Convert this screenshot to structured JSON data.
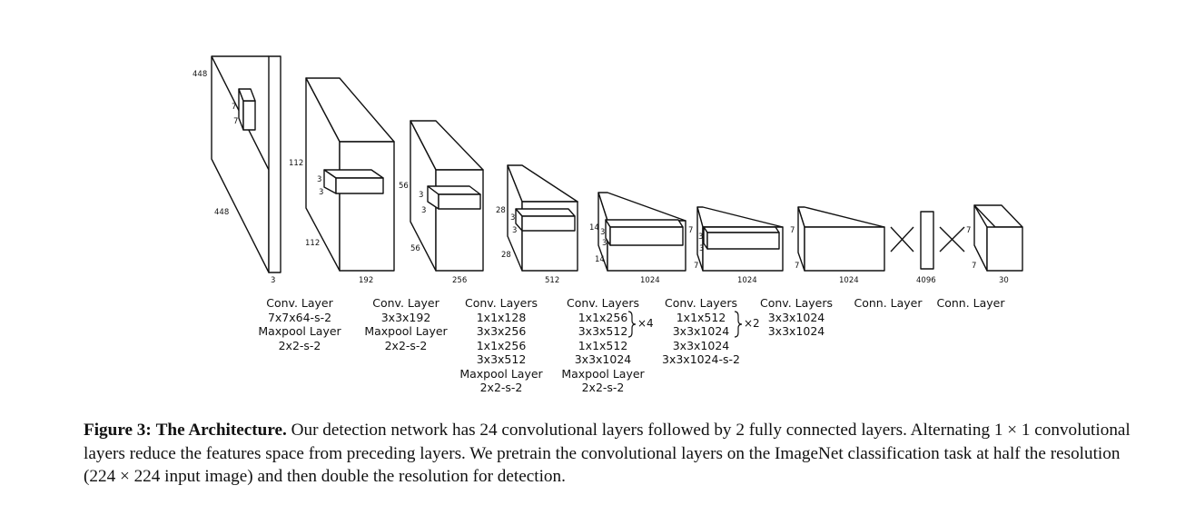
{
  "caption": {
    "figure_label": "Figure 3:",
    "bold_title": "The Architecture.",
    "text": "Our detection network has 24 convolutional layers followed by 2 fully connected layers. Alternating 1 × 1 convolutional layers reduce the features space from preceding layers. We pretrain the convolutional layers on the ImageNet classification task at half the resolution (224 × 224 input image) and then double the resolution for detection."
  },
  "input_dims": {
    "height": "448",
    "width": "448",
    "depth": "3",
    "kernel_a": "7",
    "kernel_b": "7"
  },
  "blocks": [
    {
      "side_dim": "112",
      "height_dim": "112",
      "depth_dim": "192",
      "kernel_a": "3",
      "kernel_b": "3"
    },
    {
      "side_dim": "56",
      "height_dim": "56",
      "depth_dim": "256",
      "kernel_a": "3",
      "kernel_b": "3"
    },
    {
      "side_dim": "28",
      "height_dim": "28",
      "depth_dim": "512",
      "kernel_a": "3",
      "kernel_b": "3"
    },
    {
      "side_dim": "14",
      "height_dim": "14",
      "depth_dim": "1024",
      "kernel_a": "3",
      "kernel_b": "3"
    },
    {
      "side_dim": "7",
      "height_dim": "7",
      "depth_dim": "1024",
      "kernel_a": "3",
      "kernel_b": "3"
    },
    {
      "side_dim": "7",
      "height_dim": "7",
      "depth_dim": "1024"
    }
  ],
  "fc_dims": {
    "fc1": "4096",
    "out_a": "7",
    "out_b": "7",
    "out_depth": "30"
  },
  "columns": [
    {
      "title": "Conv. Layer",
      "lines": [
        "7x7x64-s-2",
        "Maxpool Layer",
        "2x2-s-2"
      ]
    },
    {
      "title": "Conv. Layer",
      "lines": [
        "3x3x192",
        "Maxpool Layer",
        "2x2-s-2"
      ]
    },
    {
      "title": "Conv. Layers",
      "lines": [
        "1x1x128",
        "3x3x256",
        "1x1x256",
        "3x3x512",
        "Maxpool Layer",
        "2x2-s-2"
      ]
    },
    {
      "title": "Conv. Layers",
      "lines": [
        "1x1x256",
        "3x3x512",
        "1x1x512",
        "3x3x1024",
        "Maxpool Layer",
        "2x2-s-2"
      ],
      "repeat": "×4"
    },
    {
      "title": "Conv. Layers",
      "lines": [
        "1x1x512",
        "3x3x1024",
        "3x3x1024",
        "3x3x1024-s-2"
      ],
      "repeat": "×2"
    },
    {
      "title": "Conv. Layers",
      "lines": [
        "3x3x1024",
        "3x3x1024"
      ]
    },
    {
      "title": "Conn. Layer",
      "lines": []
    },
    {
      "title": "Conn. Layer",
      "lines": []
    }
  ]
}
